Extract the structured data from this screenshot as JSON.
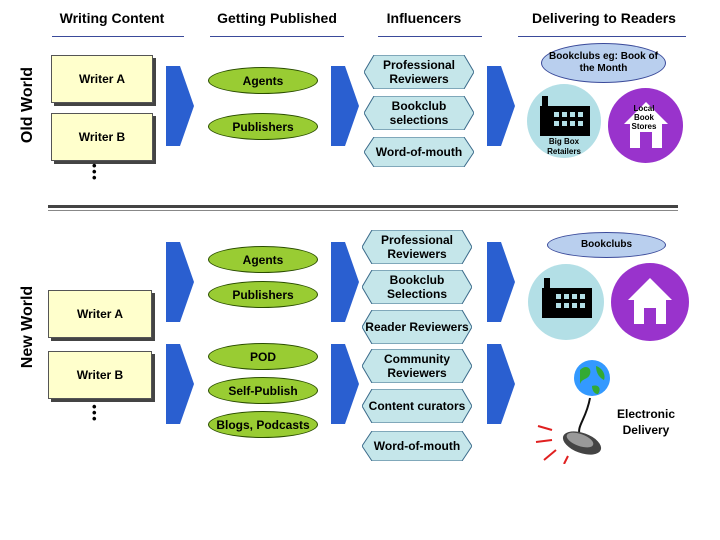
{
  "headers": {
    "writing": "Writing Content",
    "publishing": "Getting Published",
    "influencers": "Influencers",
    "delivering": "Delivering to Readers"
  },
  "old_world": {
    "label": "Old World",
    "writers": [
      "Writer A",
      "Writer B"
    ],
    "ellipsis": "⋮",
    "publishers": [
      "Agents",
      "Publishers"
    ],
    "influencers": [
      "Professional Reviewers",
      "Bookclub selections",
      "Word-of-mouth"
    ],
    "bookclubs": "Bookclubs eg: Book of the Month",
    "big_box": "Big Box Retailers",
    "local_stores": "Local Book Stores"
  },
  "new_world": {
    "label": "New World",
    "writers": [
      "Writer A",
      "Writer B"
    ],
    "ellipsis": "⋮",
    "publishers_top": [
      "Agents",
      "Publishers"
    ],
    "publishers_bottom": [
      "POD",
      "Self-Publish",
      "Blogs, Podcasts"
    ],
    "influencers": [
      "Professional Reviewers",
      "Bookclub Selections",
      "Reader Reviewers",
      "Community Reviewers",
      "Content curators",
      "Word-of-mouth"
    ],
    "bookclubs": "Bookclubs",
    "electronic": "Electronic Delivery"
  },
  "colors": {
    "writer_fill": "#ffffcc",
    "oval_fill": "#99cc33",
    "hex_fill": "#c5e6ea",
    "arrow_fill": "#2a5fd0",
    "circle_fill": "#b3dfe6",
    "house_circle": "#9933cc"
  },
  "icons": {
    "factory": "factory-icon",
    "house": "house-icon",
    "globe": "globe-icon",
    "mouse": "computer-mouse-icon"
  }
}
